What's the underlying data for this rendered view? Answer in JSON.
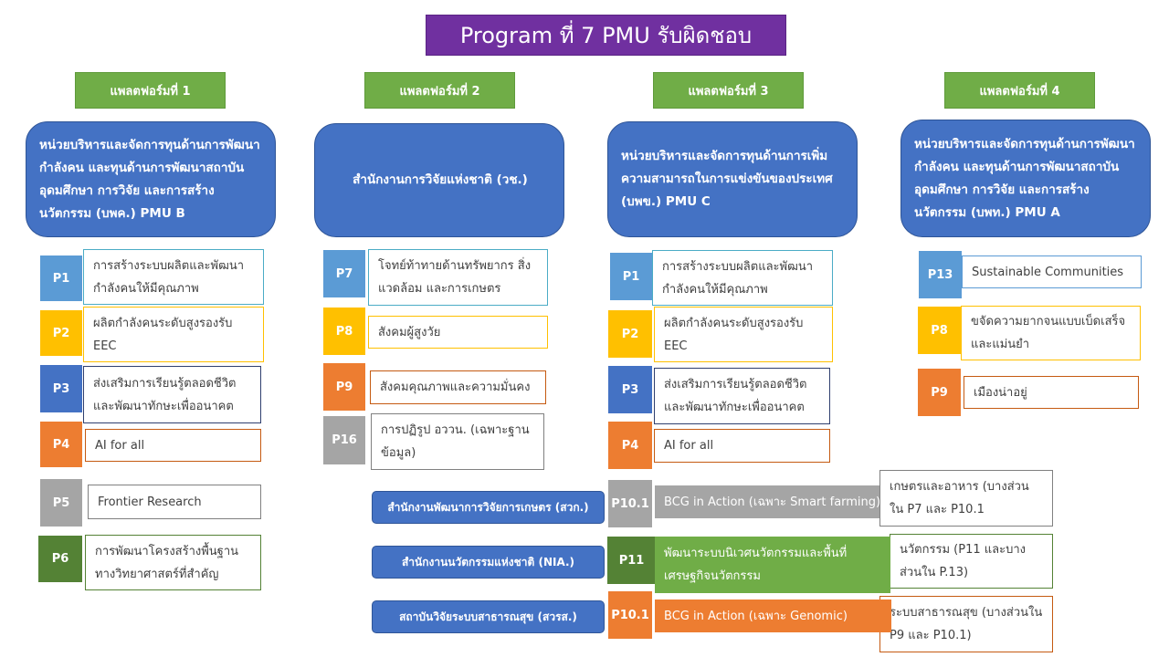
{
  "title": "Program ที่ 7 PMU รับผิดชอบ",
  "platforms": {
    "p1": "แพลตฟอร์มที่ 1",
    "p2": "แพลตฟอร์มที่ 2",
    "p3": "แพลตฟอร์มที่ 3",
    "p4": "แพลตฟอร์มที่ 4"
  },
  "units": {
    "u1": "หน่วยบริหารและจัดการทุนด้านการพัฒนากำลังคน และทุนด้านการพัฒนาสถาบันอุดมศึกษา การวิจัย และการสร้างนวัตกรรม (บพค.) PMU B",
    "u2": "สำนักงานการวิจัยแห่งชาติ (วช.)",
    "u3": "หน่วยบริหารและจัดการทุนด้านการเพิ่มความสามารถในการแข่งขันของประเทศ (บพข.) PMU C",
    "u4": "หน่วยบริหารและจัดการทุนด้านการพัฒนากำลังคน และทุนด้านการพัฒนาสถาบันอุดมศึกษา การวิจัย และการสร้างนวัตกรรม (บพท.) PMU A"
  },
  "col1": [
    {
      "tag": "P1",
      "desc": "การสร้างระบบผลิตและพัฒนากำลังคนให้มีคุณภาพ"
    },
    {
      "tag": "P2",
      "desc": "ผลิตกำลังคนระดับสูงรองรับ EEC"
    },
    {
      "tag": "P3",
      "desc": "ส่งเสริมการเรียนรู้ตลอดชีวิต และพัฒนาทักษะเพื่ออนาคต"
    },
    {
      "tag": "P4",
      "desc": "AI for all"
    },
    {
      "tag": "P5",
      "desc": "Frontier Research"
    },
    {
      "tag": "P6",
      "desc": "การพัฒนาโครงสร้างพื้นฐานทางวิทยาศาสตร์ที่สำคัญ"
    }
  ],
  "col2": [
    {
      "tag": "P7",
      "desc": "โจทย์ท้าทายด้านทรัพยากร สิ่งแวดล้อม และการเกษตร"
    },
    {
      "tag": "P8",
      "desc": "สังคมผู้สูงวัย"
    },
    {
      "tag": "P9",
      "desc": "สังคมคุณภาพและความมั่นคง"
    },
    {
      "tag": "P16",
      "desc": "การปฏิรูป อววน. (เฉพาะฐานข้อมูล)"
    }
  ],
  "col3": [
    {
      "tag": "P1",
      "desc": "การสร้างระบบผลิตและพัฒนากำลังคนให้มีคุณภาพ"
    },
    {
      "tag": "P2",
      "desc": "ผลิตกำลังคนระดับสูงรองรับ EEC"
    },
    {
      "tag": "P3",
      "desc": "ส่งเสริมการเรียนรู้ตลอดชีวิต และพัฒนาทักษะเพื่ออนาคต"
    },
    {
      "tag": "P4",
      "desc": "AI for all"
    }
  ],
  "col4": [
    {
      "tag": "P13",
      "desc": "Sustainable Communities"
    },
    {
      "tag": "P8",
      "desc": "ขจัดความยากจนแบบเบ็ดเสร็จและแม่นยำ"
    },
    {
      "tag": "P9",
      "desc": "เมืองน่าอยู่"
    }
  ],
  "agencies": [
    "สำนักงานพัฒนาการวิจัยการเกษตร (สวก.)",
    "สำนักงานนวัตกรรมแห่งชาติ (NIA.)",
    "สถาบันวิจัยระบบสาธารณสุข (สวรส.)"
  ],
  "bottom": [
    {
      "tag": "P10.1",
      "desc": "BCG in Action (เฉพาะ Smart farming)",
      "note": "เกษตรและอาหาร (บางส่วนใน P7 และ P10.1"
    },
    {
      "tag": "P11",
      "desc": "พัฒนาระบบนิเวศนวัตกรรมและพื้นที่เศรษฐกิจนวัตกรรม",
      "note": "นวัตกรรม (P11 และบางส่วนใน P.13)"
    },
    {
      "tag": "P10.1",
      "desc": "BCG in Action (เฉพาะ Genomic)",
      "note": "ระบบสาธารณสุข (บางส่วนใน P9 และ P10.1)"
    }
  ]
}
